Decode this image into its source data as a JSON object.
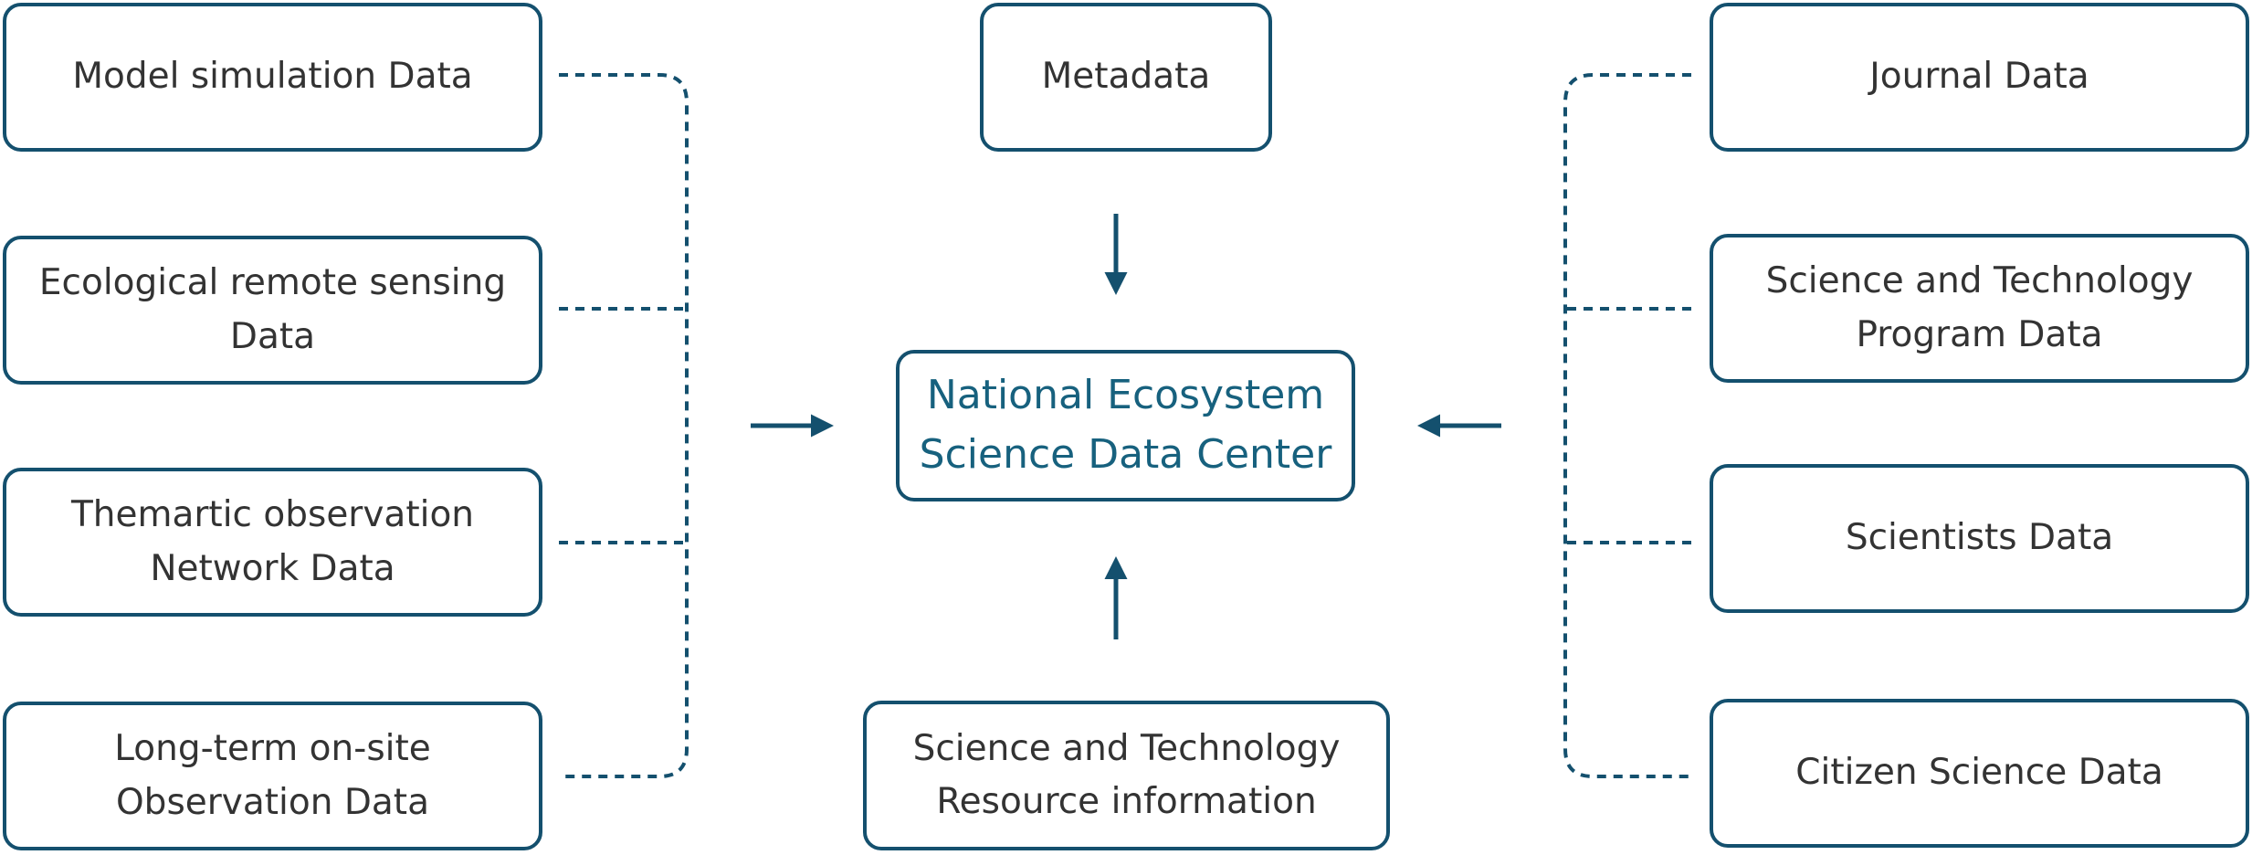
{
  "center": {
    "line1": "National Ecosystem",
    "line2": "Science Data Center"
  },
  "top": {
    "label": "Metadata"
  },
  "bottom": {
    "line1": "Science and Technology",
    "line2": "Resource information"
  },
  "left": [
    {
      "line1": "Model simulation Data",
      "line2": ""
    },
    {
      "line1": "Ecological remote sensing",
      "line2": "Data"
    },
    {
      "line1": "Themartic observation",
      "line2": "Network Data"
    },
    {
      "line1": "Long-term on-site",
      "line2": "Observation Data"
    }
  ],
  "right": [
    {
      "line1": "Journal Data",
      "line2": ""
    },
    {
      "line1": "Science and Technology",
      "line2": "Program Data"
    },
    {
      "line1": "Scientists Data",
      "line2": ""
    },
    {
      "line1": "Citizen Science Data",
      "line2": ""
    }
  ],
  "colors": {
    "stroke": "#14506e",
    "center_text": "#17617e",
    "text": "#333333"
  }
}
